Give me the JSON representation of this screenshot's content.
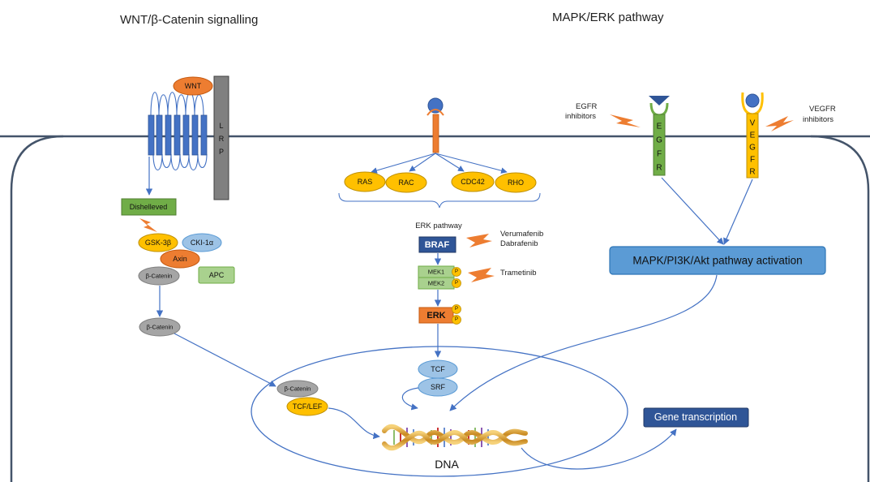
{
  "titles": {
    "wnt_section": "WNT/β-Catenin signalling",
    "mapk_section": "MAPK/ERK pathway"
  },
  "wnt_pathway": {
    "wnt": "WNT",
    "lrp_letters": [
      "L",
      "R",
      "P"
    ],
    "dishevelled": "Dishelleved",
    "gsk3b": "GSK-3β",
    "cki1a": "CKI-1α",
    "axin": "Axin",
    "apc": "APC",
    "beta_catenin_complex": "β-Catenin",
    "beta_catenin_free": "β-Catenin",
    "beta_catenin_nucleus": "β-Catenin",
    "tcf_lef": "TCF/LEF"
  },
  "erk_pathway": {
    "gtpases": [
      "RAS",
      "RAC",
      "CDC42",
      "RHO"
    ],
    "heading": "ERK pathway",
    "braf": "BRAF",
    "braf_inhibitors": [
      "Verumafenib",
      "Dabrafenib"
    ],
    "mek1": "MEK1",
    "mek2": "MEK2",
    "mek_inhibitor": "Trametinib",
    "erk": "ERK",
    "phospho": "P",
    "tcf": "TCF",
    "srf": "SRF"
  },
  "receptors": {
    "egfr_letters": [
      "E",
      "G",
      "F",
      "R"
    ],
    "vegfr_letters": [
      "V",
      "E",
      "G",
      "F",
      "R"
    ],
    "egfr_inhibitors": [
      "EGFR",
      "inhibitors"
    ],
    "vegfr_inhibitors": [
      "VEGFR",
      "inhibitors"
    ],
    "pathway_activation": "MAPK/PI3K/Akt pathway activation"
  },
  "nucleus": {
    "dna_label": "DNA",
    "gene_transcription": "Gene transcription"
  },
  "colors": {
    "membrane": "#44546a",
    "arrow": "#4472c4",
    "receptor_blue": "#4472c4",
    "orange": "#ed7d31",
    "gold": "#ffc000",
    "green": "#70ad47",
    "grey": "#a5a5a5",
    "light_blue": "#9dc3e6",
    "light_green": "#a9d18e",
    "dark_blue": "#2f5597"
  }
}
